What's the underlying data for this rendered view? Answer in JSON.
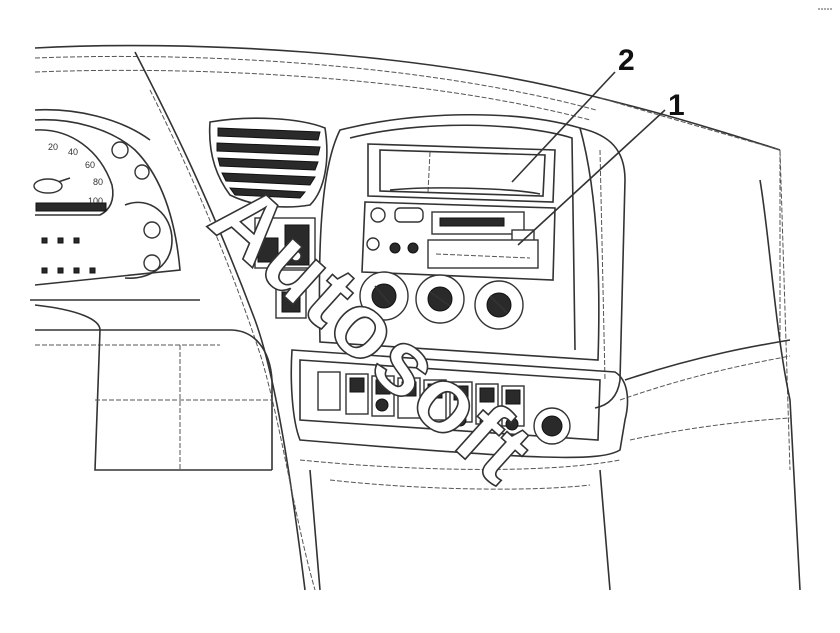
{
  "callouts": [
    {
      "id": "1",
      "label": "1"
    },
    {
      "id": "2",
      "label": "2"
    }
  ],
  "watermark": {
    "text": "Autosoft"
  },
  "gauge_numbers": [
    "20",
    "40",
    "60",
    "80",
    "100"
  ]
}
